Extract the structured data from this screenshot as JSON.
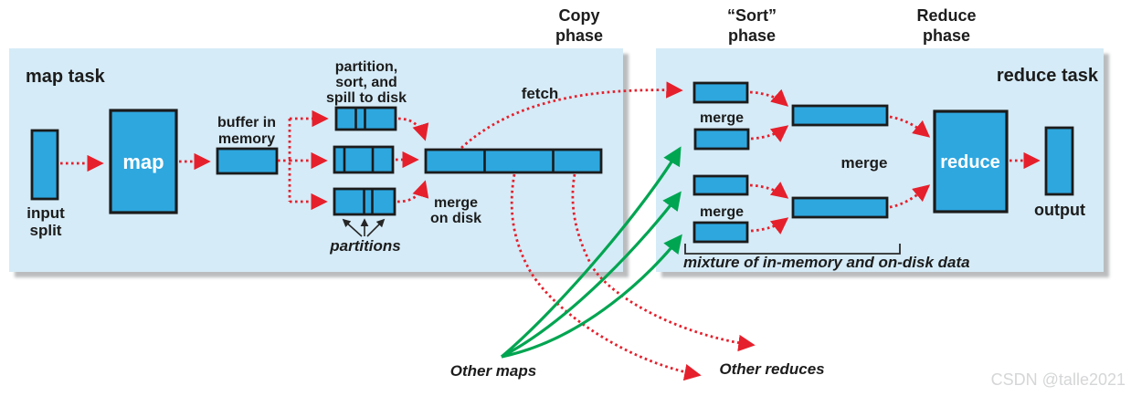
{
  "colors": {
    "panel_fill": "#d5ebf7",
    "box_blue": "#2ea7df",
    "arrow_red": "#e5202c",
    "arrow_green": "#00a551",
    "text_dark": "#1c1c1c",
    "watermark_gray": "#d5d6d7"
  },
  "phases": {
    "copy": [
      "Copy",
      "phase"
    ],
    "sort": [
      "“Sort”",
      "phase"
    ],
    "reduce": [
      "Reduce",
      "phase"
    ]
  },
  "map_task": {
    "title": "map task",
    "input_split": [
      "input",
      "split"
    ],
    "map_box": "map",
    "buffer": [
      "buffer in",
      "memory"
    ],
    "spill": [
      "partition,",
      "sort, and",
      "spill to disk"
    ],
    "merge_on_disk": [
      "merge",
      "on disk"
    ],
    "partitions": "partitions",
    "fetch": "fetch"
  },
  "reduce_task": {
    "title": "reduce task",
    "merge_top": "merge",
    "merge_mid": "merge",
    "merge_bottom": "merge",
    "mixture": "mixture of in-memory and on-disk data",
    "reduce_box": "reduce",
    "output": "output"
  },
  "annotations": {
    "other_maps": "Other maps",
    "other_reduces": "Other reduces",
    "watermark": "CSDN @talle2021"
  }
}
